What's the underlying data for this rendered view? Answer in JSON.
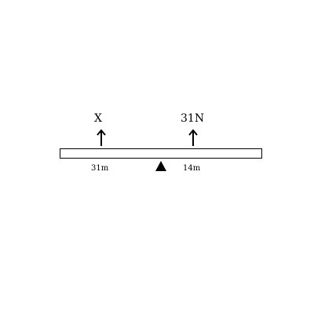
{
  "diagram": {
    "forces": [
      {
        "label": "X",
        "direction": "up"
      },
      {
        "label": "31N",
        "direction": "up"
      }
    ],
    "distances": [
      {
        "label": "31m"
      },
      {
        "label": "14m"
      }
    ],
    "pivot": {
      "shape": "triangle"
    },
    "colors": {
      "stroke": "#000000",
      "fill": "#ffffff",
      "pivot": "#000000"
    }
  }
}
